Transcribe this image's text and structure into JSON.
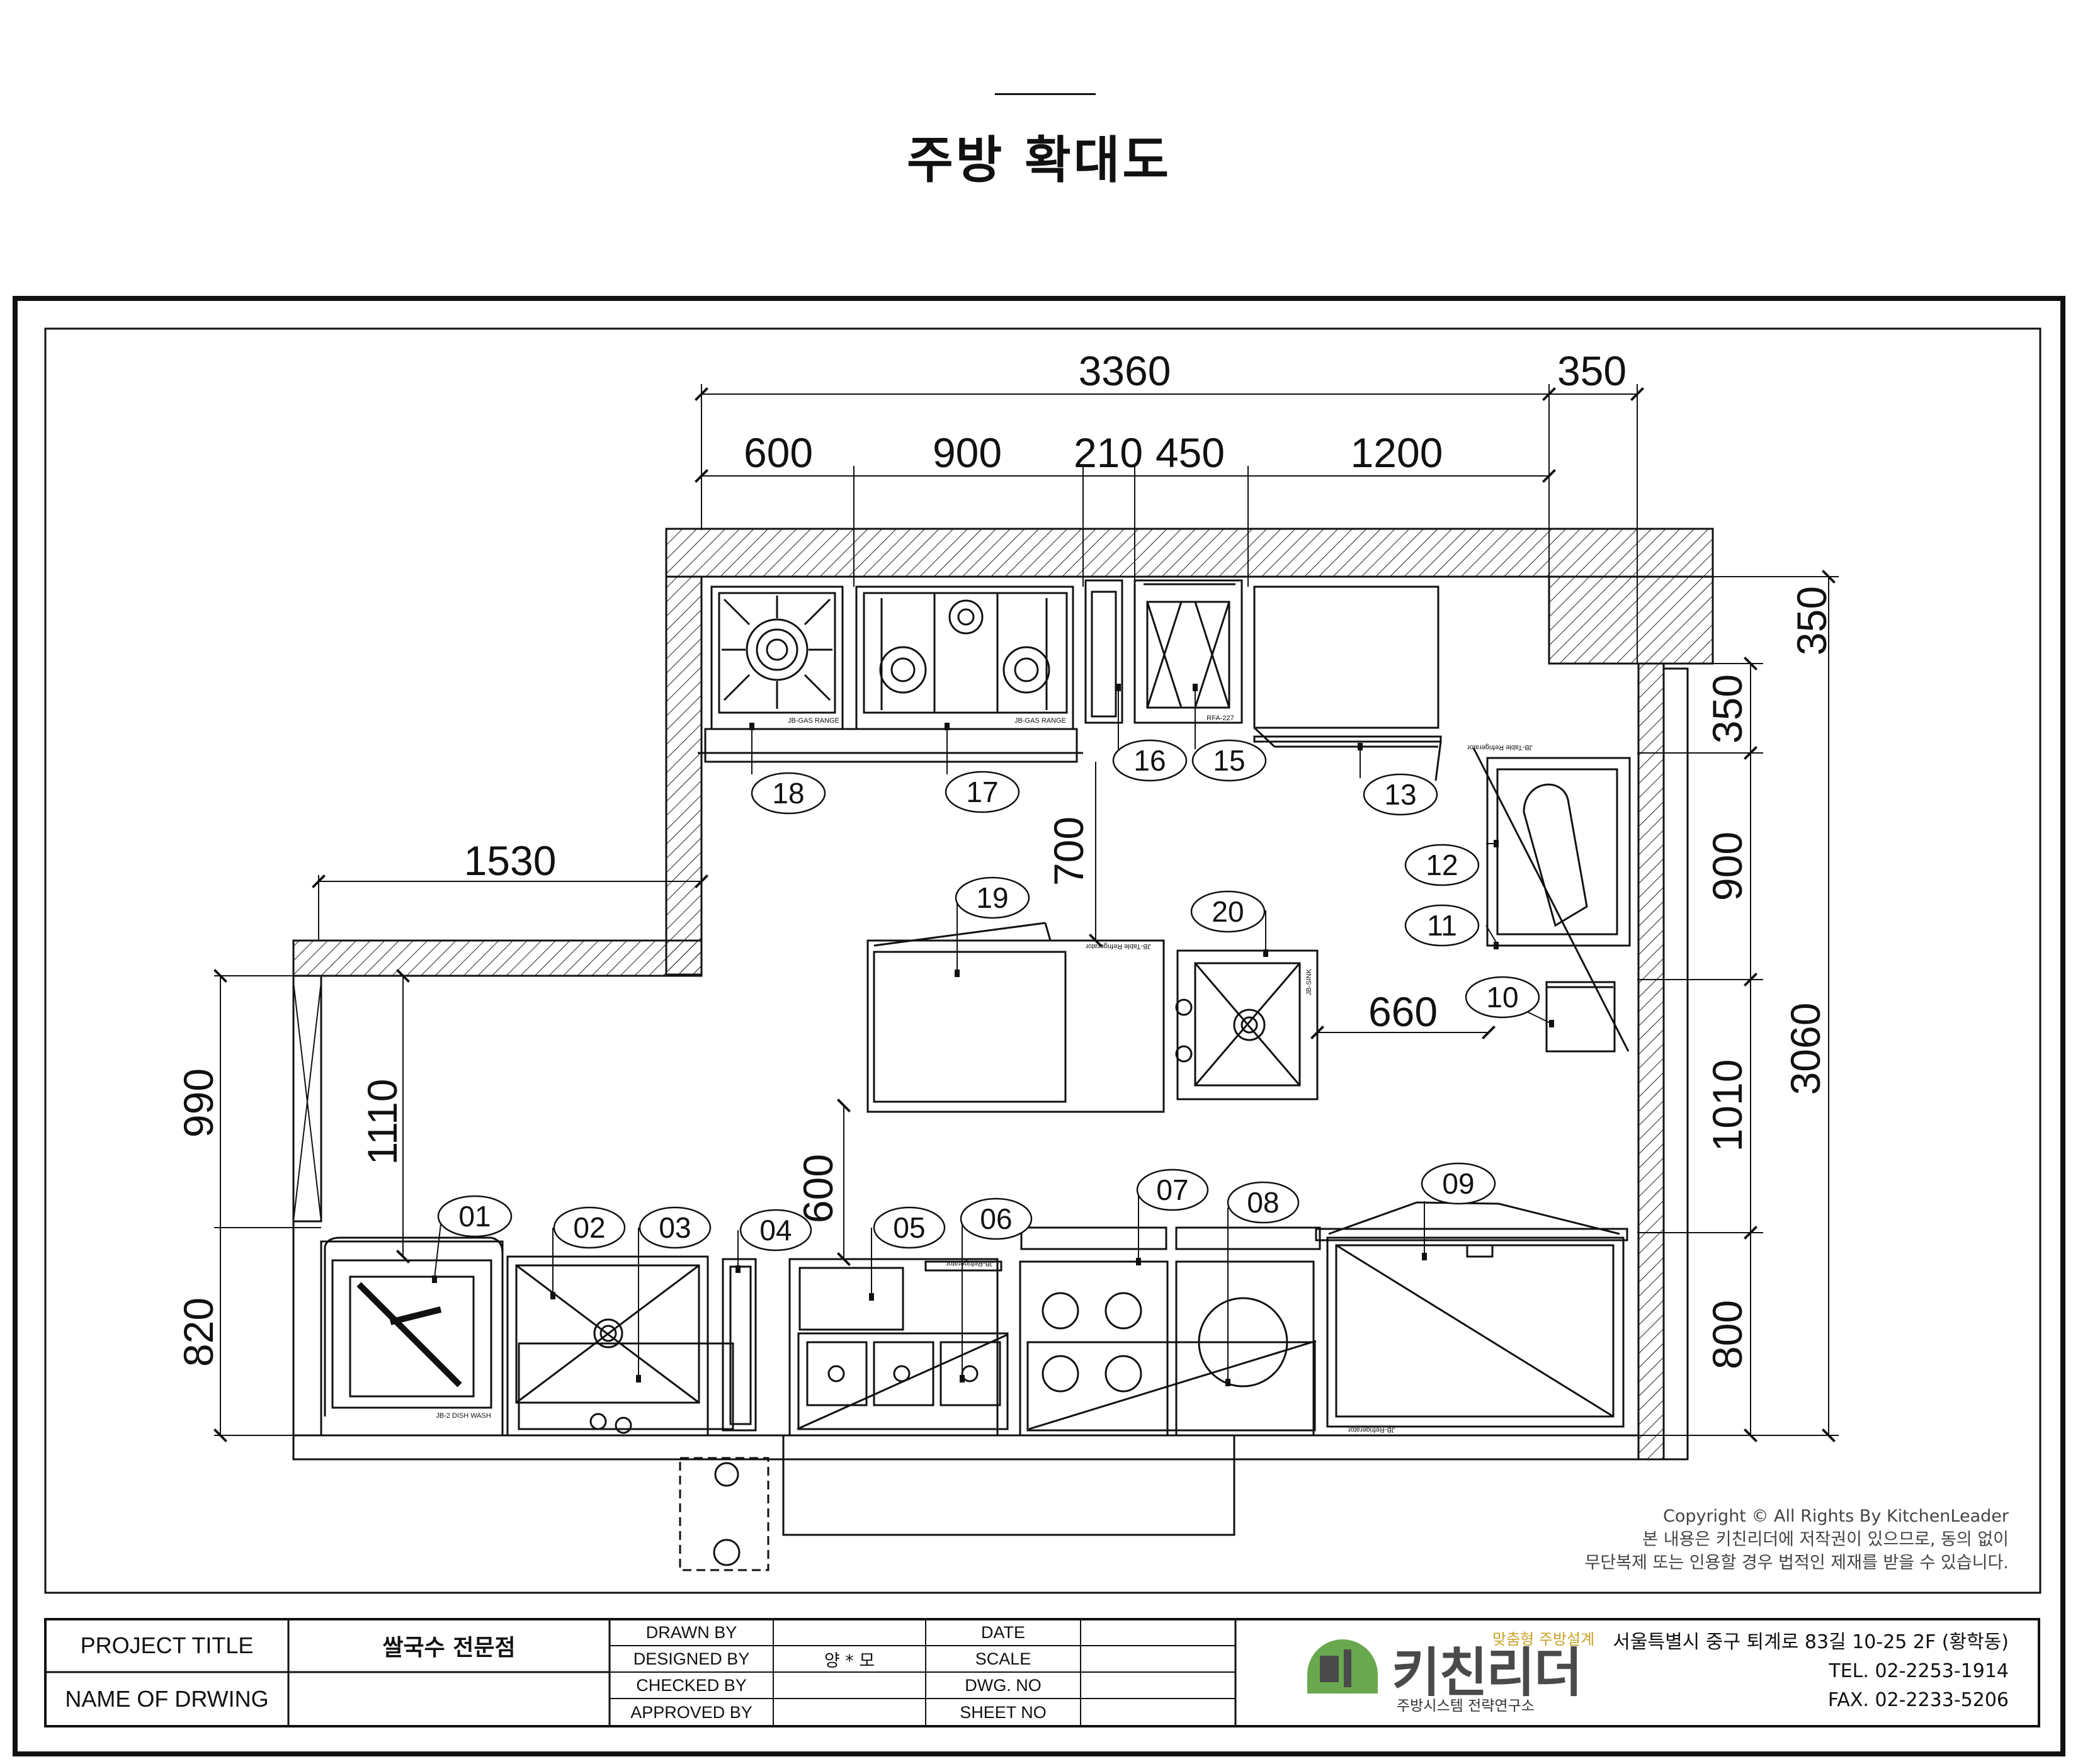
{
  "header": {
    "title": "주방 확대도"
  },
  "dimensions": {
    "top_total": "3360",
    "top_right": "350",
    "top_segments": [
      "600",
      "900",
      "210",
      "450",
      "1200"
    ],
    "left_top": "1530",
    "vertical_700": "700",
    "vertical_600": "600",
    "left_990": "990",
    "left_1110": "1110",
    "left_820": "820",
    "right_350_a": "350",
    "right_350_b": "350",
    "right_900": "900",
    "right_1010": "1010",
    "right_800": "800",
    "right_3060": "3060",
    "mid_660": "660"
  },
  "callouts": [
    "01",
    "02",
    "03",
    "04",
    "05",
    "06",
    "07",
    "08",
    "09",
    "10",
    "11",
    "12",
    "13",
    "15",
    "16",
    "17",
    "18",
    "19",
    "20"
  ],
  "equipment_labels": {
    "gas_range_1": "JB-GAS RANGE",
    "gas_range_2": "JB-GAS RANGE",
    "rfa": "RFA-227",
    "table_fridge_top": "JB-Table Refrigerator",
    "table_fridge_mid": "JB-Table Refrigerator",
    "dish_wash": "JB-2 DISH WASH",
    "sink_label": "JB-SINK",
    "fridge_bottom": "JB-Refrigerator",
    "fridge_mid": "JB-Refrigerator"
  },
  "copyright": {
    "line1": "Copyright © All Rights By KitchenLeader",
    "line2": "본 내용은 키친리더에 저작권이 있으므로, 동의 없이",
    "line3": "무단복제 또는 인용할 경우 법적인 제재를 받을 수 있습니다."
  },
  "title_block": {
    "project_title_label": "PROJECT TITLE",
    "project_title_value": "쌀국수 전문점",
    "name_of_drawing_label": "NAME OF DRWING",
    "drawn_by": "DRAWN BY",
    "designed_by": "DESIGNED BY",
    "designed_by_value": "양 * 모",
    "checked_by": "CHECKED BY",
    "approved_by": "APPROVED BY",
    "date": "DATE",
    "scale": "SCALE",
    "dwg_no": "DWG. NO",
    "sheet_no": "SHEET NO"
  },
  "logo": {
    "name": "키친리더",
    "tagline": "맞춤형 주방설계",
    "sub": "주방시스템 전략연구소",
    "brand_color": "#6aa84f",
    "accent_color": "#c9a227"
  },
  "company": {
    "address": "서울특별시 중구 퇴계로 83길 10-25 2F (황학동)",
    "tel": "TEL. 02-2253-1914",
    "fax": "FAX. 02-2233-5206"
  }
}
